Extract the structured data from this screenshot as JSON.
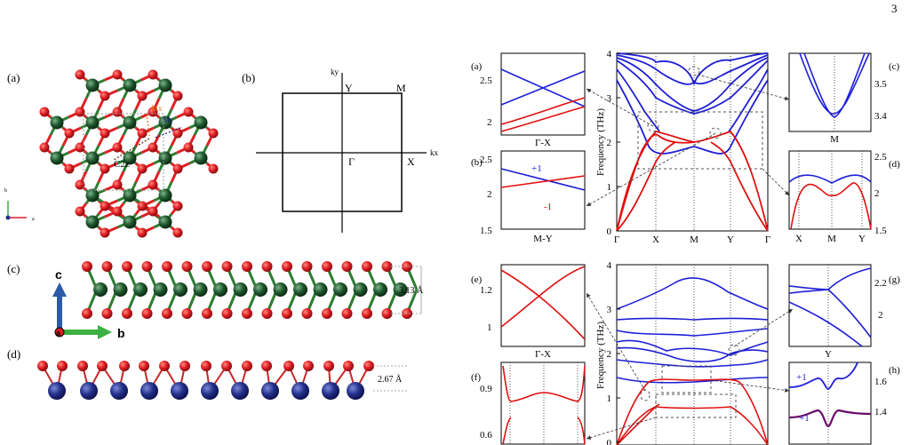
{
  "page_number": "3",
  "left": {
    "a": {
      "panel_label": "(a)",
      "sym_labels": [
        "Mx",
        "My",
        "C2z"
      ],
      "axis_labels": [
        "b",
        "a"
      ],
      "colors": {
        "green": "#1f5a2e",
        "red": "#e01f24",
        "bond_green": "#2e7d32",
        "orange": "#e8731a",
        "navy": "#1a237e",
        "brown": "#5d2e0c"
      }
    },
    "b": {
      "panel_label": "(b)",
      "labels": {
        "ky": "ky",
        "kx": "kx",
        "Y": "Y",
        "M": "M",
        "G": "Γ",
        "X": "X"
      }
    },
    "c": {
      "panel_label": "(c)",
      "axis_c": "c",
      "axis_b": "b",
      "axis_a": "a",
      "thickness": "3.13 Å",
      "colors": {
        "c_arrow": "#2b5aa8",
        "b_arrow": "#3cb043"
      }
    },
    "d": {
      "panel_label": "(d)",
      "thickness": "2.67 Å",
      "colors": {
        "blue_atom": "#24318c"
      }
    }
  },
  "top": {
    "main": {
      "ylabel": "Frequency (THz)",
      "yticks": [
        "0",
        "1",
        "2",
        "3",
        "4"
      ],
      "xticks": [
        "Γ",
        "X",
        "M",
        "Y",
        "Γ"
      ]
    },
    "insets": {
      "a": {
        "label": "(a)",
        "yticks": [
          "2.5",
          "2"
        ],
        "xlabel": "Γ-X"
      },
      "b": {
        "label": "(b)",
        "yticks": [
          "2.5",
          "2",
          "1.5"
        ],
        "xlabel": "M-Y",
        "plus": "+1",
        "minus": "-1"
      },
      "c": {
        "label": "(c)",
        "yticks": [
          "3.5",
          "3.4"
        ],
        "xlabel": "M"
      },
      "d": {
        "label": "(d)",
        "yticks": [
          "2.5",
          "2",
          "1.5"
        ],
        "xticks": [
          "X",
          "M",
          "Y"
        ]
      }
    }
  },
  "bottom": {
    "main": {
      "ylabel": "Frequency (THz)",
      "yticks": [
        "0",
        "1",
        "2",
        "3",
        "4"
      ]
    },
    "insets": {
      "e": {
        "label": "(e)",
        "yticks": [
          "1.2",
          "1"
        ],
        "xlabel": "Γ-X"
      },
      "f": {
        "label": "(f)",
        "yticks": [
          "0.9",
          "0.6"
        ]
      },
      "g": {
        "label": "(g)",
        "yticks": [
          "2.2",
          "2"
        ],
        "xlabel": "Y"
      },
      "h": {
        "label": "(h)",
        "yticks": [
          "1.6",
          "1.4"
        ],
        "plus": "+1"
      }
    }
  },
  "colors": {
    "blue": "#1f1fd6",
    "red": "#e01010"
  }
}
